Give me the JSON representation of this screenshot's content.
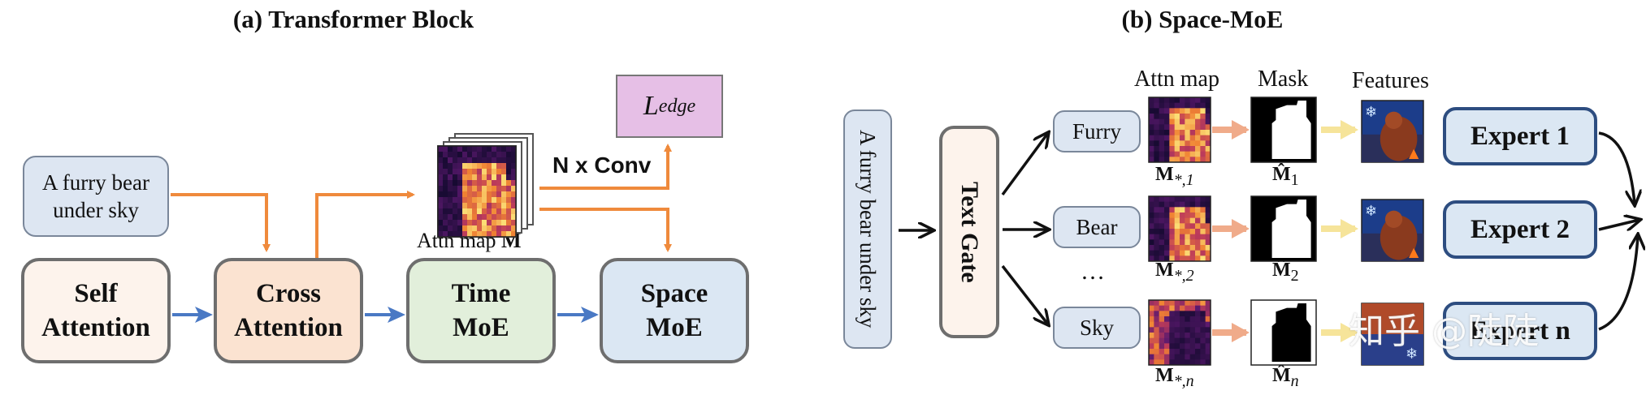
{
  "panel_a": {
    "title": "(a) Transformer Block",
    "prompt": "A furry bear under sky",
    "blocks": {
      "self_attention": [
        "Self",
        "Attention"
      ],
      "cross_attention": [
        "Cross",
        "Attention"
      ],
      "time_moe": [
        "Time",
        "MoE"
      ],
      "space_moe": [
        "Space",
        "MoE"
      ]
    },
    "attn_map_label": "Attn map",
    "attn_map_symbol": "M",
    "conv_label": "N x Conv",
    "loss_symbol": "L",
    "loss_subscript": "edge"
  },
  "panel_b": {
    "title": "(b) Space-MoE",
    "prompt": "A furry bear under sky",
    "gate_label": "Text Gate",
    "column_headers": {
      "attn": "Attn map",
      "mask": "Mask",
      "features": "Features"
    },
    "rows": [
      {
        "word": "Furry",
        "attn_label": "M",
        "attn_sub": "*,1",
        "mask_label": "M̂",
        "mask_sub": "1",
        "expert": "Expert 1"
      },
      {
        "word": "Bear",
        "attn_label": "M",
        "attn_sub": "*,2",
        "mask_label": "M̂",
        "mask_sub": "2",
        "expert": "Expert 2"
      },
      {
        "word": "Sky",
        "attn_label": "M",
        "attn_sub": "*,n",
        "mask_label": "M̂",
        "mask_sub": "n",
        "expert": "Expert n"
      }
    ],
    "ellipsis": "…",
    "watermark": "知乎 @陡陡"
  },
  "colors": {
    "orange_arrow": "#ef8a3c",
    "blue_arrow": "#4a79c4",
    "salmon_arrow": "#f0ab8a",
    "yellow_arrow": "#f6e49a",
    "self_attention_fill": "#fdf3ec",
    "cross_attention_fill": "#fbe3d1",
    "time_moe_fill": "#e2efdb",
    "space_moe_fill": "#dbe7f3",
    "loss_fill": "#e6bfe6",
    "expert_border": "#2d4d80"
  }
}
